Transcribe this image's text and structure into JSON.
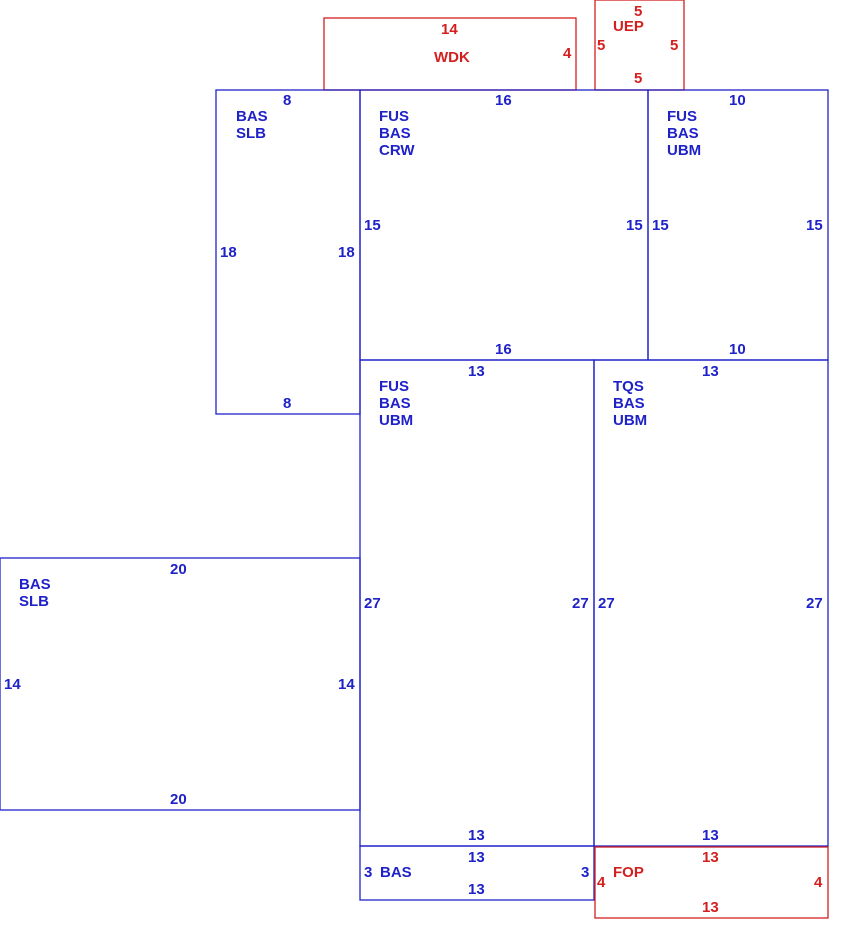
{
  "colors": {
    "main_area": "#1f22c8",
    "secondary_area": "#d41f1f",
    "background": "#ffffff"
  },
  "areas": {
    "wdk": {
      "code": "WDK",
      "top": "14",
      "right": "4"
    },
    "uep": {
      "code": "UEP",
      "top": "5",
      "left": "5",
      "right": "5",
      "bottom": "5"
    },
    "bas_slb_top": {
      "codes": [
        "BAS",
        "SLB"
      ],
      "top": "8",
      "left": "18",
      "right": "18",
      "bottom": "8"
    },
    "fus_bas_crw": {
      "codes": [
        "FUS",
        "BAS",
        "CRW"
      ],
      "top": "16",
      "left": "15",
      "right": "15",
      "bottom": "16"
    },
    "fus_bas_ubm_top": {
      "codes": [
        "FUS",
        "BAS",
        "UBM"
      ],
      "top": "10",
      "left": "15",
      "right": "15",
      "bottom": "10"
    },
    "fus_bas_ubm_mid": {
      "codes": [
        "FUS",
        "BAS",
        "UBM"
      ],
      "top": "13",
      "left": "27",
      "right": "27",
      "bottom": "13"
    },
    "tqs_bas_ubm": {
      "codes": [
        "TQS",
        "BAS",
        "UBM"
      ],
      "top": "13",
      "left": "27",
      "right": "27",
      "bottom": "13"
    },
    "bas_slb_left": {
      "codes": [
        "BAS",
        "SLB"
      ],
      "top": "20",
      "left": "14",
      "right": "14",
      "bottom": "20"
    },
    "bas_strip": {
      "code": "BAS",
      "top": "13",
      "left": "3",
      "right": "3",
      "bottom": "13"
    },
    "fop": {
      "code": "FOP",
      "top": "13",
      "left": "4",
      "right": "4",
      "bottom": "13"
    }
  }
}
